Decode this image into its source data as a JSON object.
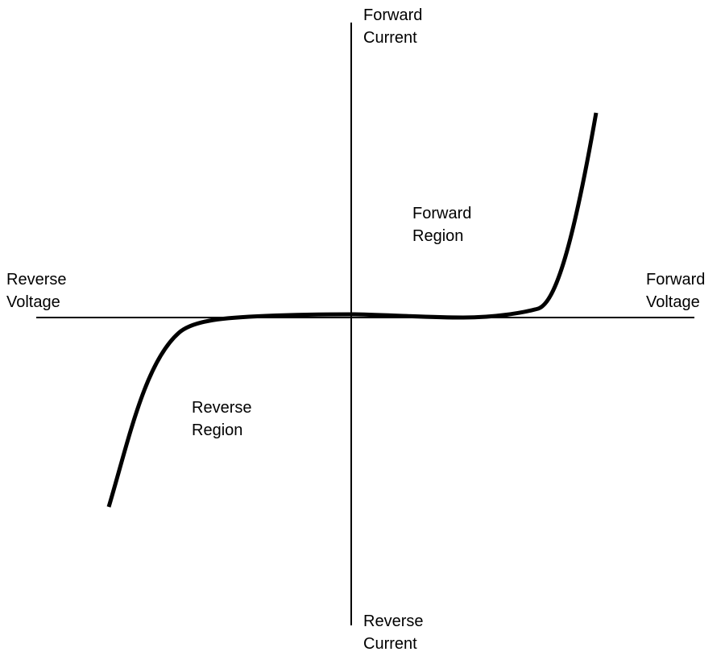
{
  "labels": {
    "y_positive": [
      "Forward",
      "Current"
    ],
    "y_negative": [
      "Reverse",
      "Current"
    ],
    "x_negative": [
      "Reverse",
      "Voltage"
    ],
    "x_positive": [
      "Forward",
      "Voltage"
    ],
    "forward_region": [
      "Forward",
      "Region"
    ],
    "reverse_region": [
      "Reverse",
      "Region"
    ]
  },
  "colors": {
    "axis": "#000000",
    "curve": "#000000",
    "background": "#ffffff"
  }
}
